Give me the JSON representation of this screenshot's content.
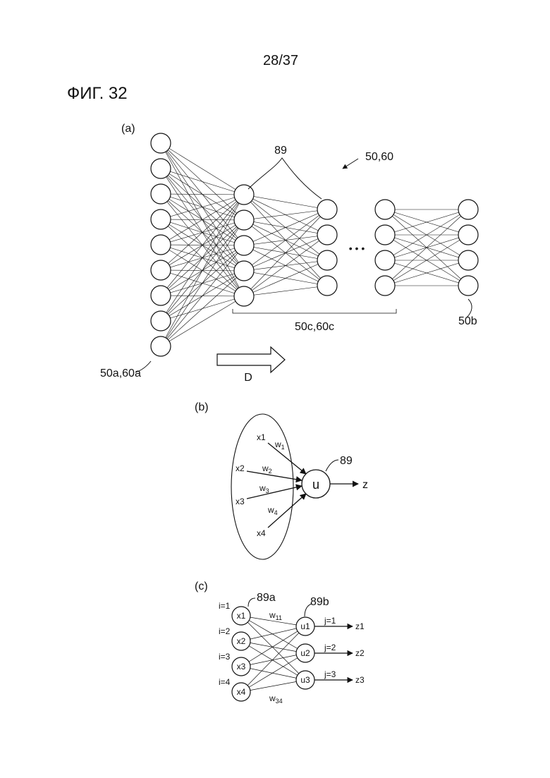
{
  "page": {
    "sheet_number": "28/37",
    "figure_title": "ФИГ. 32"
  },
  "panel_a": {
    "label": "(a)",
    "group_label": "89",
    "network_ref": "50,60",
    "hidden_ref": "50c,60c",
    "output_ref": "50b",
    "input_ref": "50a,60a",
    "direction_label": "D",
    "ellipsis": "• • •",
    "layer_sizes": [
      9,
      5,
      4,
      4,
      4
    ]
  },
  "panel_b": {
    "label": "(b)",
    "neuron": "u",
    "neuron_ref": "89",
    "output": "z",
    "inputs": [
      {
        "name": "x1",
        "weight": "w",
        "weight_sub": "1"
      },
      {
        "name": "x2",
        "weight": "w",
        "weight_sub": "2"
      },
      {
        "name": "x3",
        "weight": "w",
        "weight_sub": "3"
      },
      {
        "name": "x4",
        "weight": "w",
        "weight_sub": "4"
      }
    ]
  },
  "panel_c": {
    "label": "(c)",
    "input_ref": "89a",
    "output_ref": "89b",
    "inputs": [
      {
        "index": "i=1",
        "name": "x1"
      },
      {
        "index": "i=2",
        "name": "x2"
      },
      {
        "index": "i=3",
        "name": "x3"
      },
      {
        "index": "i=4",
        "name": "x4"
      }
    ],
    "outputs": [
      {
        "index": "j=1",
        "name": "u1",
        "result": "z1"
      },
      {
        "index": "j=2",
        "name": "u2",
        "result": "z2"
      },
      {
        "index": "j=3",
        "name": "u3",
        "result": "z3"
      }
    ],
    "weight_top": {
      "base": "w",
      "sub": "11"
    },
    "weight_bottom": {
      "base": "w",
      "sub": "34"
    }
  }
}
